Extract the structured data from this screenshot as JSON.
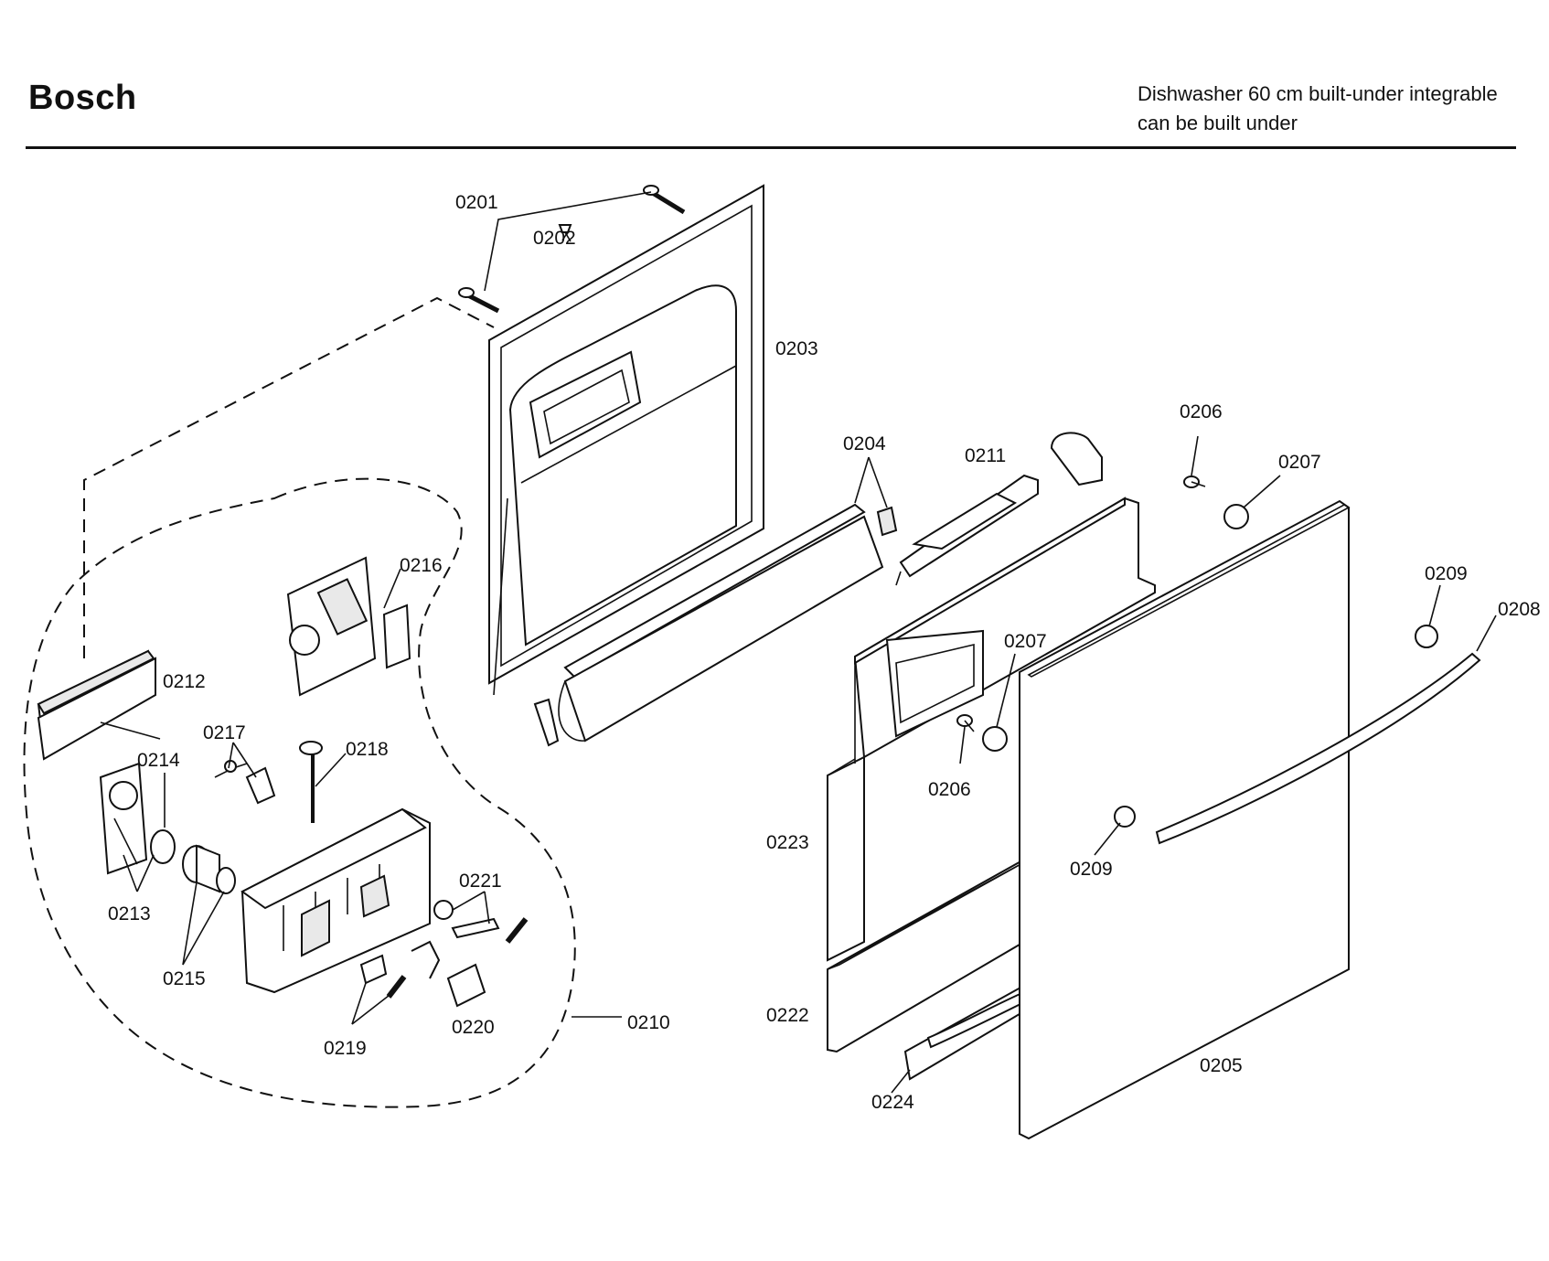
{
  "header": {
    "brand": "Bosch",
    "description_line1": "Dishwasher 60 cm built-under integrable",
    "description_line2": "can be built under"
  },
  "part_labels": {
    "p0201": "0201",
    "p0202": "0202",
    "p0203": "0203",
    "p0204": "0204",
    "p0205": "0205",
    "p0206a": "0206",
    "p0206b": "0206",
    "p0207a": "0207",
    "p0207b": "0207",
    "p0208": "0208",
    "p0209a": "0209",
    "p0209b": "0209",
    "p0210": "0210",
    "p0211": "0211",
    "p0212": "0212",
    "p0213": "0213",
    "p0214": "0214",
    "p0215": "0215",
    "p0216": "0216",
    "p0217": "0217",
    "p0218": "0218",
    "p0219": "0219",
    "p0220": "0220",
    "p0221": "0221",
    "p0222": "0222",
    "p0223": "0223",
    "p0224": "0224"
  }
}
